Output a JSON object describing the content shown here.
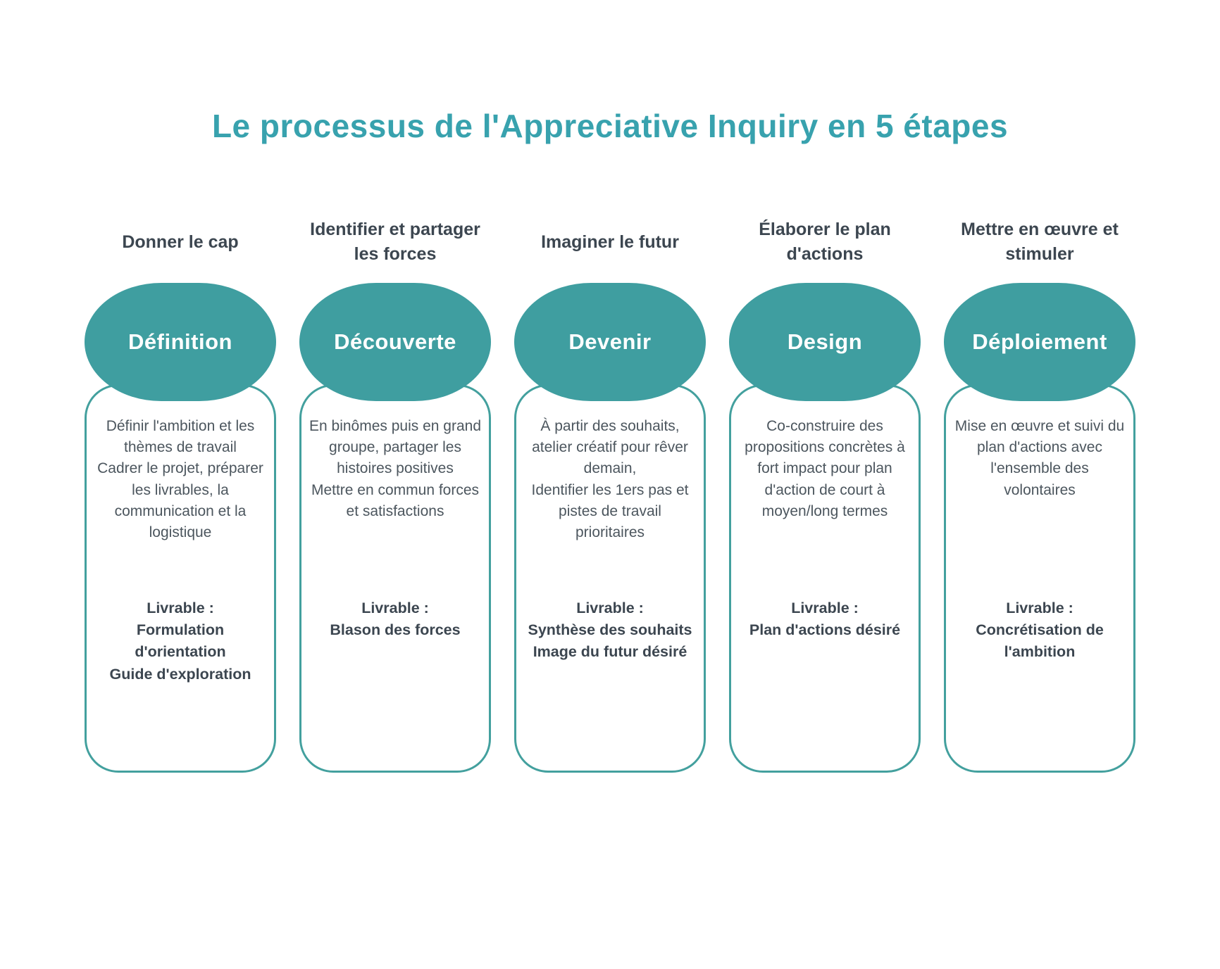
{
  "title": "Le processus de l'Appreciative Inquiry en 5 étapes",
  "colors": {
    "title_teal": "#38A2AE",
    "pill_teal": "#3F9EA0",
    "card_border_teal": "#43A09E",
    "heading_dark": "#3C4650",
    "body_gray": "#4C565E",
    "pill_text": "#FFFFFF",
    "background": "#FFFFFF"
  },
  "livrable_label": "Livrable :",
  "steps": [
    {
      "header": "Donner le cap",
      "pill": "Définition",
      "body": "Définir l'ambition et les thèmes de travail\nCadrer le projet, préparer les livrables, la communication et la logistique",
      "livrable": "Formulation d'orientation\nGuide d'exploration"
    },
    {
      "header": "Identifier et partager les forces",
      "pill": "Découverte",
      "body": "En binômes puis en grand groupe, partager les histoires positives\nMettre en commun forces et satisfactions",
      "livrable": "Blason des forces"
    },
    {
      "header": "Imaginer le futur",
      "pill": "Devenir",
      "body": "À partir des souhaits, atelier créatif pour rêver demain,\nIdentifier les 1ers pas et pistes de travail prioritaires",
      "livrable": "Synthèse des souhaits\nImage du futur désiré"
    },
    {
      "header": "Élaborer le plan d'actions",
      "pill": "Design",
      "body": "Co-construire des propositions concrètes à fort impact pour plan d'action de court à moyen/long termes",
      "livrable": "Plan d'actions désiré"
    },
    {
      "header": "Mettre en œuvre et stimuler",
      "pill": "Déploiement",
      "body": "Mise en œuvre et suivi du plan d'actions avec l'ensemble des volontaires",
      "livrable": "Concrétisation de l'ambition"
    }
  ]
}
